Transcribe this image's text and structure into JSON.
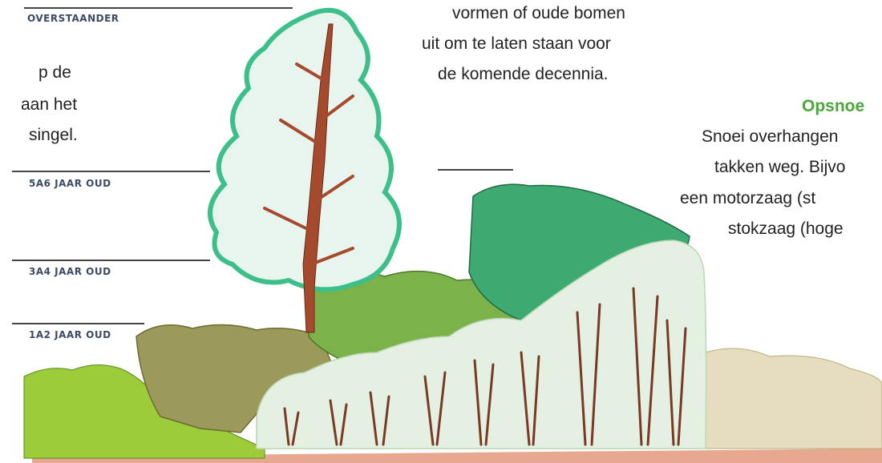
{
  "labels": {
    "overstaander": "OVERSTAANDER",
    "age_5_6": "5A6 JAAR OUD",
    "age_3_4": "3A4 JAAR OUD",
    "age_1_2": "1A2 JAAR OUD"
  },
  "left_text": {
    "line1": "p de",
    "line2": "aan het",
    "line3": "singel."
  },
  "center_text": {
    "line1": "vormen of oude bomen",
    "line2": "uit om te laten staan voor",
    "line3": "de komende decennia."
  },
  "right_text": {
    "heading": "Opsnoe",
    "line1": "Snoei overhangen",
    "line2": "takken weg. Bijvo",
    "line3": "een motorzaag (st",
    "line4": "stokzaag (hoge"
  },
  "colors": {
    "grass": "#9ccc3a",
    "olive": "#9c9a5a",
    "mid_green": "#7cb24a",
    "dark_green": "#3daa72",
    "pale_green": "#e3f0e2",
    "trunk": "#a54a2c",
    "ground": "#e8a890"
  }
}
